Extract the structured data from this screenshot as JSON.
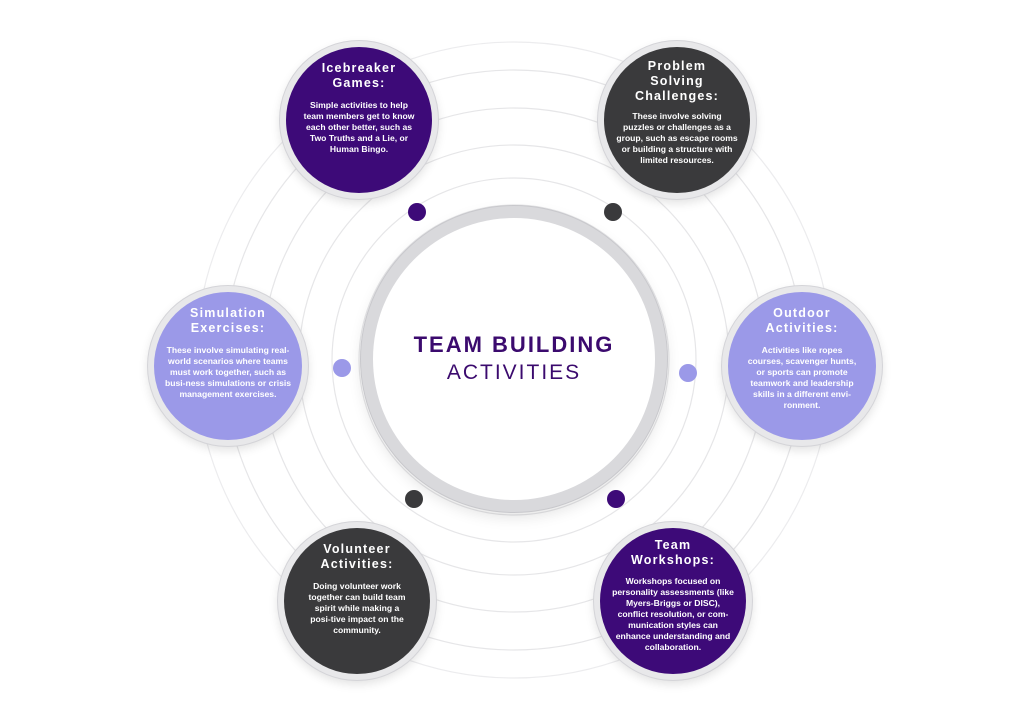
{
  "center": {
    "title": "TEAM BUILDING",
    "subtitle": "ACTIVITIES"
  },
  "colors": {
    "purple": "#3d0a78",
    "dark": "#3a3a3c",
    "lilac": "#9b99e8",
    "title_text": "#3b0a6e"
  },
  "nodes": [
    {
      "key": "icebreaker",
      "title": "Icebreaker Games:",
      "description": "Simple activities to help team members get to know each other better, such as Two Truths and a Lie, or Human Bingo."
    },
    {
      "key": "problem",
      "title": "Problem Solving Challenges:",
      "description": "These involve solving puzzles or challenges as a group, such as escape rooms or building a structure with limited resources."
    },
    {
      "key": "simulation",
      "title": "Simulation Exercises:",
      "description": "These involve simulating real-world scenarios where teams must work together, such as busi-ness simulations or crisis management exercises."
    },
    {
      "key": "outdoor",
      "title": "Outdoor Activities:",
      "description": "Activities like ropes courses, scavenger hunts, or sports can promote teamwork and leadership skills in a different envi-ronment."
    },
    {
      "key": "volunteer",
      "title": "Volunteer Activities:",
      "description": "Doing volunteer work together can build team spirit while making a posi-tive impact on the community."
    },
    {
      "key": "workshops",
      "title": "Team Workshops:",
      "description": "Workshops focused on personality assessments (like Myers-Briggs or DISC), conflict resolution, or com-munication styles can enhance understanding and collaboration."
    }
  ]
}
